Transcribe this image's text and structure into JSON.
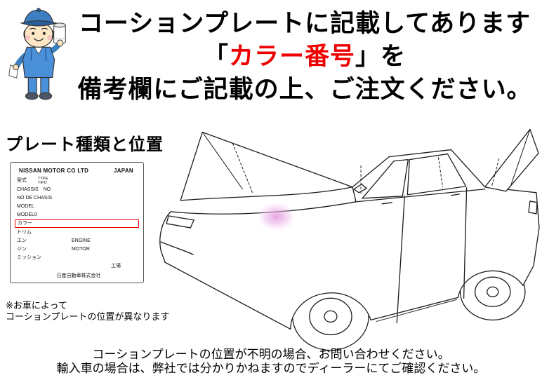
{
  "header": {
    "line1": "コーションプレートに記載してあります",
    "line2_prefix": "「",
    "line2_highlight": "カラー番号",
    "line2_suffix": "」を",
    "line3": "備考欄にご記載の上、ご注文ください。"
  },
  "section_title": "プレート種類と位置",
  "plate": {
    "maker": "NISSAN MOTOR CO LTD",
    "country": "JAPAN",
    "model_type_label": "型式",
    "model_type_en": "TYPE",
    "model_type_es": "TIPO",
    "chassis_no": "CHASSIS　NO",
    "no_de_chasis": "NO DE CHASIS",
    "model": "MODEL",
    "model0": "MODEL0",
    "color_label": "カラー",
    "trim_label": "トリム",
    "engine_jp1": "エン",
    "engine_jp2": "ジン",
    "engine_en": "ENGINE",
    "engine_es": "MOTOR",
    "transmission_label": "ミッション",
    "factory_label": "工場",
    "company": "日産自動車株式会社"
  },
  "note": {
    "line1": "※お車によって",
    "line2": "コーションプレートの位置が異なります"
  },
  "footer": {
    "line1": "コーションプレートの位置が不明の場合、お問い合わせください。",
    "line2": "輸入車の場合は、弊社では分かりかねますのでディーラーにてご確認ください。"
  },
  "colors": {
    "accent_red": "#ee0000",
    "location_highlight_pink": "#e49ae0"
  }
}
